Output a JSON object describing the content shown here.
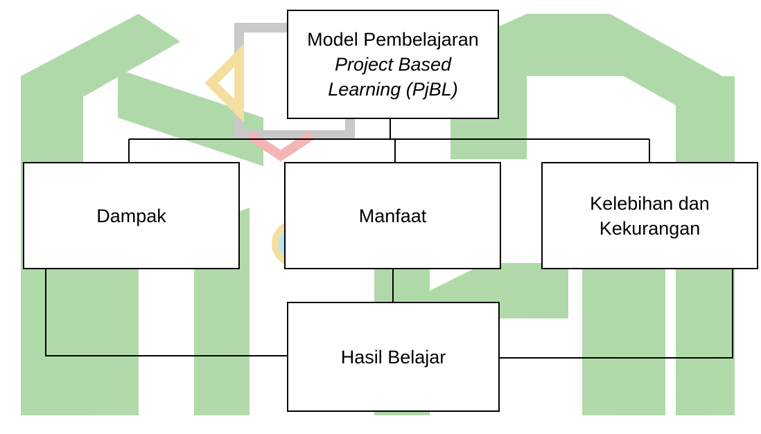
{
  "colors": {
    "watermark_green": "#a8d5a0",
    "watermark_grey": "#c9c9c9",
    "watermark_yellow": "#f5dfa0",
    "watermark_red": "#f3b5b5",
    "watermark_cyan": "#b6e4f5",
    "line": "#000000",
    "box_fill": "#ffffff"
  },
  "nodes": {
    "root": {
      "line1": "Model Pembelajaran",
      "line2": "Project Based",
      "line3": "Learning (PjBL)"
    },
    "dampak": {
      "label": "Dampak"
    },
    "manfaat": {
      "label": "Manfaat"
    },
    "kelebihan": {
      "line1": "Kelebihan dan",
      "line2": "Kekurangan"
    },
    "hasil": {
      "label": "Hasil Belajar"
    }
  },
  "edges": [
    {
      "from": "root",
      "to": "dampak"
    },
    {
      "from": "root",
      "to": "manfaat"
    },
    {
      "from": "root",
      "to": "kelebihan"
    },
    {
      "from": "manfaat",
      "to": "hasil"
    },
    {
      "from": "dampak",
      "to": "hasil"
    },
    {
      "from": "kelebihan",
      "to": "hasil"
    }
  ]
}
